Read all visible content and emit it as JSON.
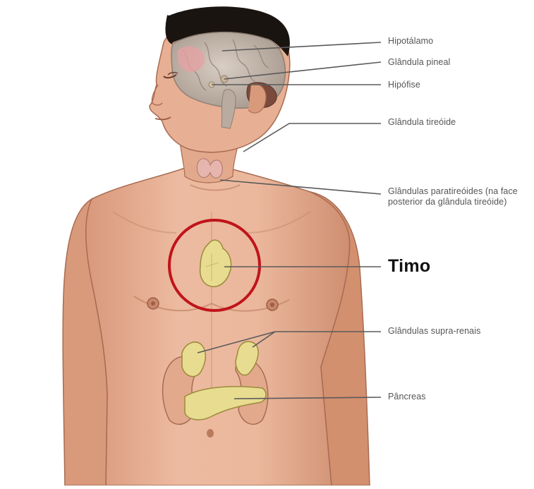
{
  "diagram": {
    "labels": {
      "hypothalamus": "Hipotálamo",
      "pineal": "Glândula pineal",
      "pituitary": "Hipófise",
      "thyroid": "Glândula tireóide",
      "parathyroid": "Glândulas paratireóides (na face posterior da glândula tireóide)",
      "thymus": "Timo",
      "adrenal": "Glândulas supra-renais",
      "pancreas": "Pâncreas"
    },
    "colors": {
      "skin": "#e8b194",
      "skin_shadow": "#c98466",
      "hair": "#1a1410",
      "brain": "#cfc3b8",
      "gland": "#e7dc8f",
      "highlight_circle": "#c0141b",
      "leader_line": "#5a5a5a",
      "label_text": "#555555"
    }
  }
}
